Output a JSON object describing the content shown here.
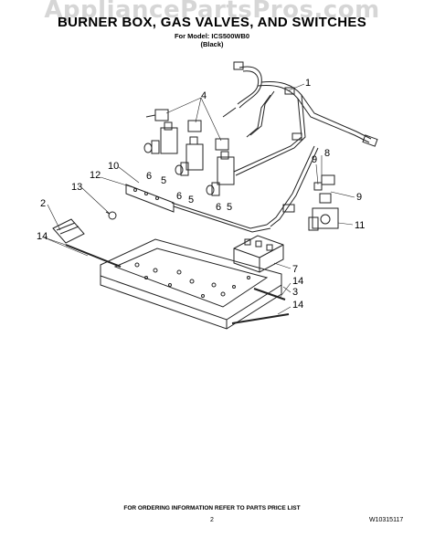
{
  "watermark": "AppliancePartsPros.com",
  "header": {
    "title": "BURNER BOX, GAS VALVES, AND SWITCHES",
    "model": "For Model: ICS500WB0",
    "color": "(Black)"
  },
  "callouts": [
    "1",
    "4",
    "8",
    "9",
    "9",
    "10",
    "12",
    "13",
    "2",
    "14",
    "6",
    "5",
    "6",
    "5",
    "6",
    "5",
    "11",
    "7",
    "14",
    "3",
    "14"
  ],
  "footer": {
    "note": "FOR ORDERING INFORMATION REFER TO PARTS PRICE LIST",
    "page": "2",
    "doc_number": "W10315117"
  }
}
